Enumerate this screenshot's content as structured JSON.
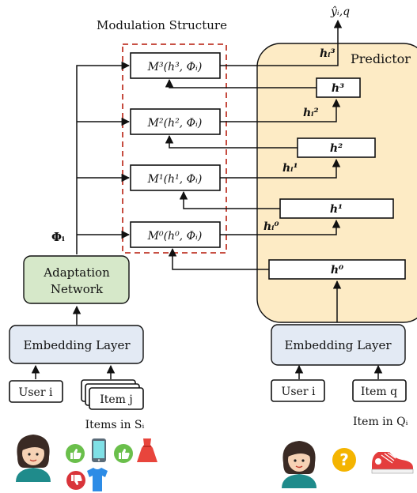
{
  "modulation": {
    "title": "Modulation Structure",
    "modules": [
      {
        "id": "m3",
        "label": "M³(h³, Φᵢ)"
      },
      {
        "id": "m2",
        "label": "M²(h², Φᵢ)"
      },
      {
        "id": "m1",
        "label": "M¹(h¹, Φᵢ)"
      },
      {
        "id": "m0",
        "label": "M⁰(h⁰, Φᵢ)"
      }
    ]
  },
  "predictor": {
    "title": "Predictor",
    "output": "ŷᵢ,q",
    "layers": [
      "h³",
      "h²",
      "h¹",
      "h⁰"
    ],
    "modulated": [
      "hᵢ³",
      "hᵢ²",
      "hᵢ¹",
      "hᵢ⁰"
    ]
  },
  "left": {
    "phi": "Φᵢ",
    "adaptation": [
      "Adaptation",
      "Network"
    ],
    "embedding": "Embedding Layer",
    "user": "User i",
    "item": "Item j",
    "items_caption": "Items in Sᵢ"
  },
  "right": {
    "embedding": "Embedding Layer",
    "user": "User i",
    "item": "Item q",
    "item_caption": "Item in Qᵢ"
  },
  "icons": {
    "user_avatar": "woman-avatar-icon",
    "thumbs_up": "thumbs-up-icon",
    "thumbs_down": "thumbs-down-icon",
    "phone": "phone-icon",
    "dress": "dress-icon",
    "shirt": "shirt-icon",
    "question": "question-icon",
    "shoe": "sneaker-icon"
  },
  "colors": {
    "predictor_fill": "#fdebc5",
    "adaptation_fill": "#d6e8c9",
    "embedding_fill": "#e3eaf4",
    "dashed_border": "#c0392b",
    "thumb_up": "#6abf4b",
    "thumb_down": "#d9343a",
    "question": "#f4b400"
  }
}
